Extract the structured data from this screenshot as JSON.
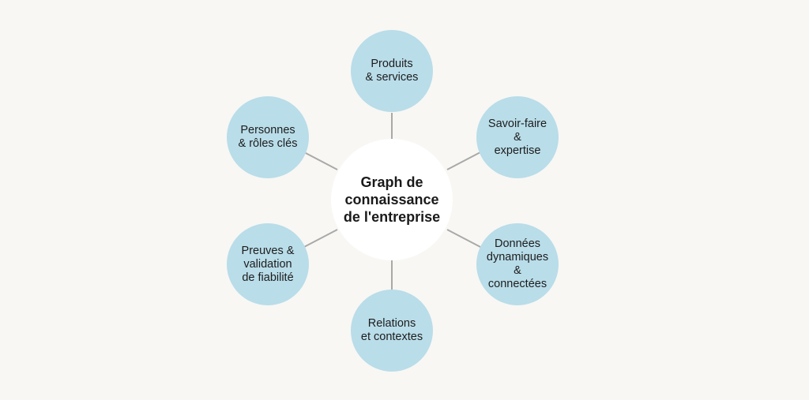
{
  "center": {
    "label": "Graph de\nconnaissance\nde l'entreprise"
  },
  "nodes": [
    {
      "label": "Produits\n& services"
    },
    {
      "label": "Savoir-faire\n&\nexpertise"
    },
    {
      "label": "Données\ndynamiques\n&\nconnectées"
    },
    {
      "label": "Relations\net contextes"
    },
    {
      "label": "Preuves &\nvalidation\nde fiabilité"
    },
    {
      "label": "Personnes\n& rôles clés"
    }
  ],
  "colors": {
    "background": "#f8f7f4",
    "node_fill": "#b9dde9",
    "center_fill": "#ffffff",
    "connector": "#a9a9a9"
  }
}
